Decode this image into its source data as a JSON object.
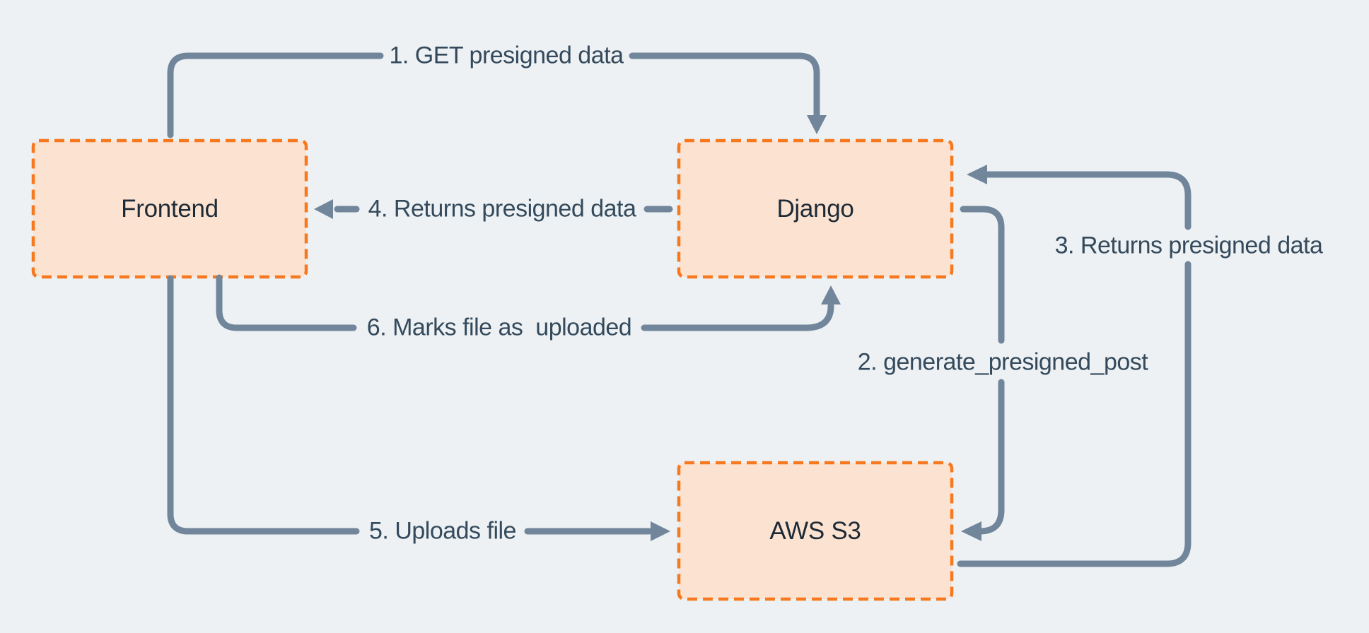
{
  "diagram": {
    "colors": {
      "bg": "#edf1f4",
      "node-fill": "#fce3d1",
      "node-border": "#f6791f",
      "arrow": "#71869a",
      "edge-text": "#344a5c",
      "title-text": "#1e2a36"
    },
    "nodes": [
      {
        "id": "frontend",
        "label": "Frontend"
      },
      {
        "id": "django",
        "label": "Django"
      },
      {
        "id": "aws-s3",
        "label": "AWS S3"
      }
    ],
    "edges": [
      {
        "id": "1",
        "label": "1. GET presigned data",
        "from": "Frontend",
        "to": "Django"
      },
      {
        "id": "2",
        "label": "2. generate_presigned_post",
        "from": "Django",
        "to": "AWS S3"
      },
      {
        "id": "3",
        "label": "3. Returns presigned data",
        "from": "AWS S3",
        "to": "Django"
      },
      {
        "id": "4",
        "label": "4. Returns presigned data",
        "from": "Django",
        "to": "Frontend"
      },
      {
        "id": "5",
        "label": "5. Uploads file",
        "from": "Frontend",
        "to": "AWS S3"
      },
      {
        "id": "6",
        "label": "6. Marks file as  uploaded",
        "from": "Frontend",
        "to": "Django"
      }
    ]
  }
}
